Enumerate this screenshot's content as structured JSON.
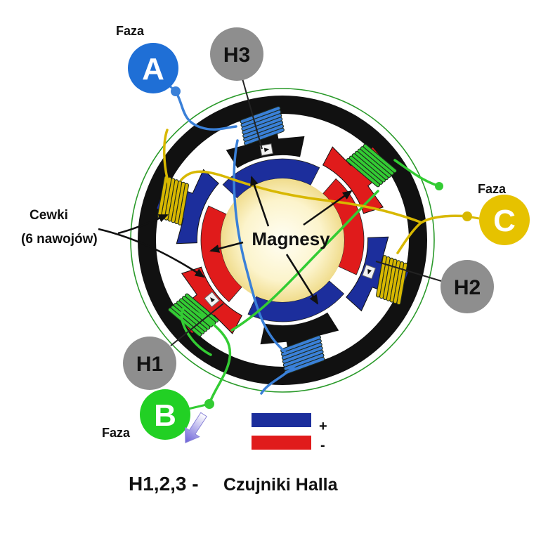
{
  "phases": {
    "a": {
      "label": "Faza",
      "letter": "A",
      "color": "#1f6fd6"
    },
    "b": {
      "label": "Faza",
      "letter": "B",
      "color": "#22d024"
    },
    "c": {
      "label": "Faza",
      "letter": "C",
      "color": "#e6c200"
    }
  },
  "wire_colors": {
    "a": "#3a80d8",
    "b": "#33cc33",
    "c": "#d8b800"
  },
  "hall_sensors": {
    "h1": "H1",
    "h2": "H2",
    "h3": "H3",
    "color": "#8e8e8e"
  },
  "labels": {
    "coils_title": "Cewki",
    "coils_count": "(6 nawojów)",
    "magnets": "Magnesy"
  },
  "legend": {
    "plus": {
      "symbol": "+",
      "color": "#1c2e9c"
    },
    "minus": {
      "symbol": "-",
      "color": "#e01b1b"
    }
  },
  "caption": {
    "sensors": "H1,2,3 -",
    "description": "Czujniki Halla"
  },
  "stator": {
    "pole_colors": [
      "#111111",
      "#e01b1b",
      "#1c2e9c",
      "#111111",
      "#e01b1b",
      "#1c2e9c"
    ],
    "coil_colors": [
      "#3a80d8",
      "#33cc33",
      "#d8b800",
      "#3a80d8",
      "#33cc33",
      "#d8b800"
    ]
  },
  "rotor": {
    "magnet_colors": [
      "#1c2e9c",
      "#e01b1b",
      "#1c2e9c",
      "#e01b1b"
    ]
  }
}
